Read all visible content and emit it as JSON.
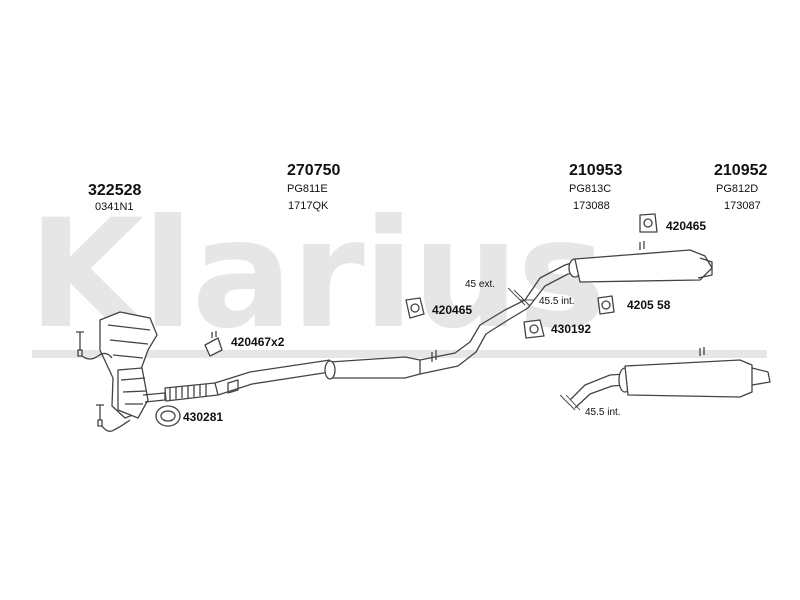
{
  "watermark": {
    "text": "Klarius"
  },
  "parts": [
    {
      "number": "322528",
      "code": "0341N1"
    },
    {
      "number": "270750",
      "code": "PG811E",
      "ref": "1717QK"
    },
    {
      "number": "210953",
      "code": "PG813C",
      "ref": "173088"
    },
    {
      "number": "210952",
      "code": "PG812D",
      "ref": "173087"
    }
  ],
  "accessories": [
    {
      "label": "420467x2"
    },
    {
      "label": "430281"
    },
    {
      "label": "420465"
    },
    {
      "label": "430192"
    },
    {
      "label": "420465"
    },
    {
      "label": "4205 58"
    }
  ],
  "dimensions": {
    "ext_45": "45 ext.",
    "int_455_upper": "45.5 int.",
    "int_455_lower": "45.5 int."
  },
  "colors": {
    "line": "#444444",
    "watermark": "#e6e6e6",
    "text": "#111111"
  }
}
